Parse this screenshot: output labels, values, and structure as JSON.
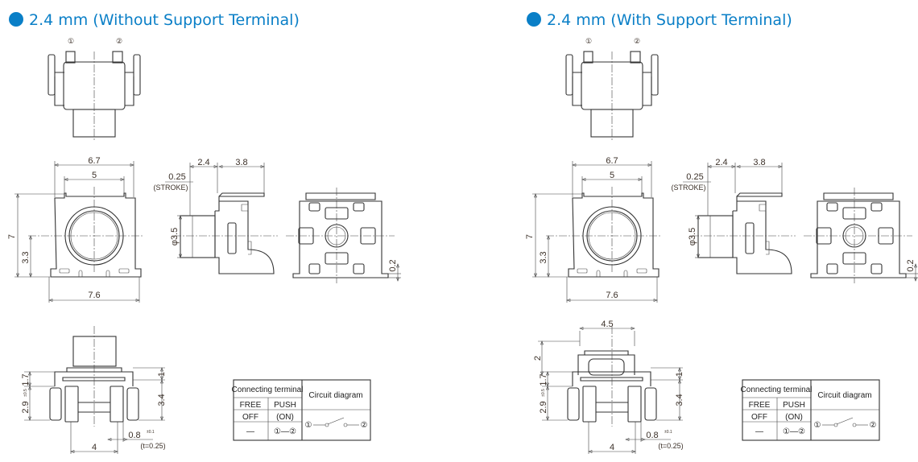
{
  "accent_color": "#0a7fc7",
  "panels": [
    {
      "title": "2.4 mm (Without Support Terminal)",
      "terminal_1": "①",
      "terminal_2": "②",
      "dims": {
        "w67": "6.7",
        "w5": "5",
        "h7": "7",
        "h33": "3.3",
        "w76": "7.6",
        "s24": "2.4",
        "s38": "3.8",
        "stroke": "0.25",
        "stroke_label": "(STROKE)",
        "dia": "φ3.5",
        "b02": "0.2",
        "h17": "1.7",
        "h29": "2.9",
        "tol05": "±0.5",
        "h1": "1",
        "h34": "3.4",
        "w4": "4",
        "w08": "0.8",
        "tol01": "±0.1",
        "thick": "(t=0.25)"
      },
      "table": {
        "header_left": "Connecting terminal",
        "header_right": "Circuit diagram",
        "col_free": "FREE",
        "col_push": "PUSH",
        "off": "OFF",
        "on": "(ON)",
        "free_val": "—",
        "push_val": "①—②",
        "circuit_1": "①",
        "circuit_2": "②"
      }
    },
    {
      "title": "2.4 mm (With Support Terminal)",
      "terminal_1": "①",
      "terminal_2": "②",
      "dims": {
        "w67": "6.7",
        "w5": "5",
        "h7": "7",
        "h33": "3.3",
        "w76": "7.6",
        "s24": "2.4",
        "s38": "3.8",
        "stroke": "0.25",
        "stroke_label": "(STROKE)",
        "dia": "φ3.5",
        "b02": "0.2",
        "w45": "4.5",
        "h2": "2",
        "h17": "1.7",
        "h29": "2.9",
        "tol05": "±0.5",
        "h1": "1",
        "h34": "3.4",
        "w4": "4",
        "w08": "0.8",
        "tol01": "±0.1",
        "thick": "(t=0.25)"
      },
      "table": {
        "header_left": "Connecting terminal",
        "header_right": "Circuit diagram",
        "col_free": "FREE",
        "col_push": "PUSH",
        "off": "OFF",
        "on": "(ON)",
        "free_val": "—",
        "push_val": "①—②",
        "circuit_1": "①",
        "circuit_2": "②"
      }
    }
  ]
}
